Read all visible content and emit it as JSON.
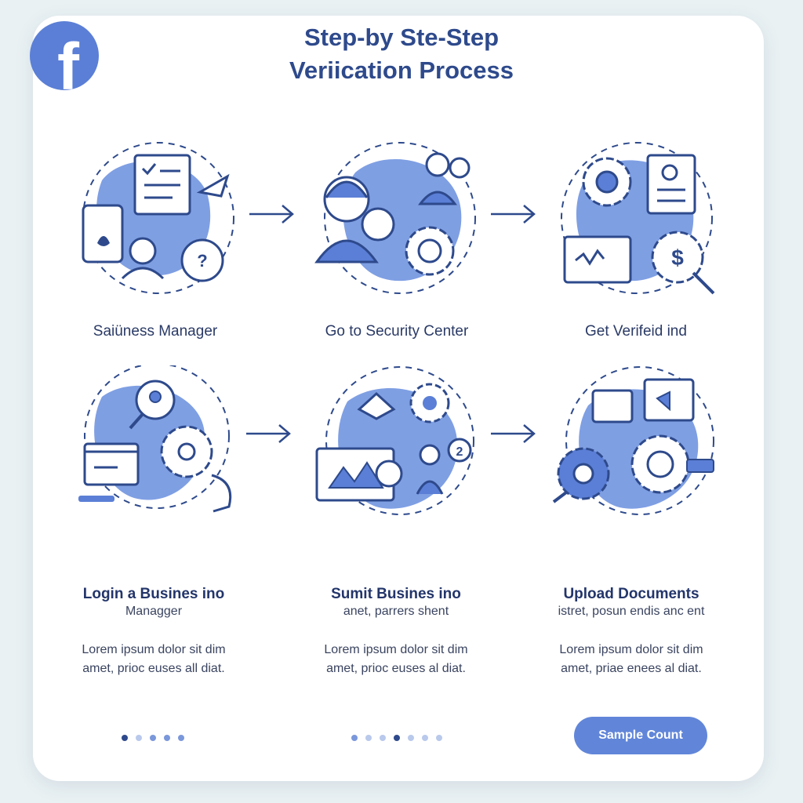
{
  "brand": {
    "logo_glyph": "f",
    "logo_color": "#5b7fd6"
  },
  "title": {
    "line1": "Step-by Ste-Step",
    "line2": "Veriication Process"
  },
  "steps_row1": [
    {
      "label": "Saiüness Manager",
      "icon": "business-manager-icon"
    },
    {
      "label": "Go to Security Center",
      "icon": "security-center-icon"
    },
    {
      "label": "Get Verifeid ind",
      "icon": "get-verified-icon"
    }
  ],
  "steps_row2": [
    {
      "title": "Login a Busines ino",
      "subtitle": "Managger",
      "desc1": "Lorem ipsum dolor sit dim",
      "desc2": "amet, prioc euses all diat.",
      "icon": "login-icon"
    },
    {
      "title": "Sumit Busines ino",
      "subtitle": "anet, parrers shent",
      "desc1": "Lorem ipsum dolor sit dim",
      "desc2": "amet, prioc euses al diat.",
      "icon": "submit-info-icon"
    },
    {
      "title": "Upload Documents",
      "subtitle": "istret, posun endis anc ent",
      "desc1": "Lorem ipsum dolor sit dim",
      "desc2": "amet, priae enees al diat.",
      "icon": "upload-documents-icon"
    }
  ],
  "cta": {
    "label": "Sample Count"
  },
  "colors": {
    "accent": "#6186d9",
    "dark": "#2e4a8c",
    "blob": "#7f9fe3",
    "background": "#e9f1f3"
  }
}
